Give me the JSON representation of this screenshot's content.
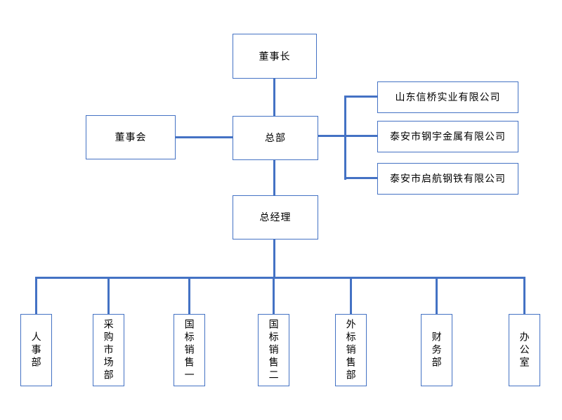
{
  "diagram": {
    "type": "org-chart",
    "colors": {
      "line": "#4472C4",
      "box_border": "#4472C4",
      "box_fill": "#FFFFFF",
      "text": "#000000",
      "background": "#FFFFFF"
    },
    "nodes": {
      "chairman": "董事长",
      "board": "董事会",
      "headquarters": "总部",
      "general_manager": "总经理",
      "subsidiaries": [
        "山东信桥实业有限公司",
        "泰安市钢宇金属有限公司",
        "泰安市启航钢铁有限公司"
      ],
      "departments": [
        "人事部",
        "采购市场部",
        "国标销售一",
        "国标销售二",
        "外标销售部",
        "财务部",
        "办公室"
      ]
    }
  }
}
